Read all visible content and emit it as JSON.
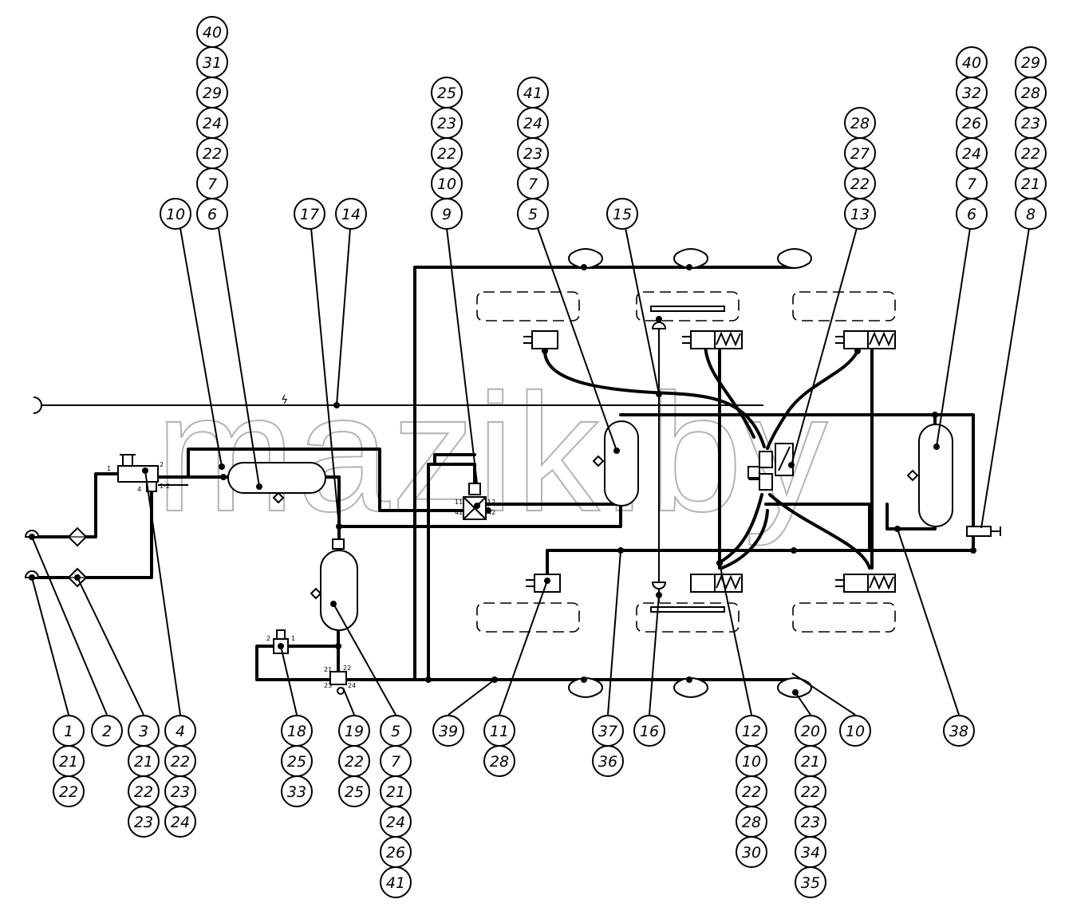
{
  "watermark": "mazik.by",
  "callout_stacks": [
    {
      "id": "s-40a",
      "labels": [
        "40",
        "31",
        "29",
        "24",
        "22",
        "7",
        "6"
      ]
    },
    {
      "id": "s-10a",
      "labels": [
        "10"
      ]
    },
    {
      "id": "s-17",
      "labels": [
        "17"
      ]
    },
    {
      "id": "s-14",
      "labels": [
        "14"
      ]
    },
    {
      "id": "s-25",
      "labels": [
        "25",
        "23",
        "22",
        "10",
        "9"
      ]
    },
    {
      "id": "s-41",
      "labels": [
        "41",
        "24",
        "23",
        "7",
        "5"
      ]
    },
    {
      "id": "s-15",
      "labels": [
        "15"
      ]
    },
    {
      "id": "s-28",
      "labels": [
        "28",
        "27",
        "22",
        "13"
      ]
    },
    {
      "id": "s-40b",
      "labels": [
        "40",
        "32",
        "26",
        "24",
        "7",
        "6"
      ]
    },
    {
      "id": "s-29",
      "labels": [
        "29",
        "28",
        "23",
        "22",
        "21",
        "8"
      ]
    },
    {
      "id": "s-1",
      "labels": [
        "1",
        "21",
        "22"
      ]
    },
    {
      "id": "s-2",
      "labels": [
        "2"
      ]
    },
    {
      "id": "s-3",
      "labels": [
        "3",
        "21",
        "22",
        "23"
      ]
    },
    {
      "id": "s-4",
      "labels": [
        "4",
        "22",
        "23",
        "24"
      ]
    },
    {
      "id": "s-18",
      "labels": [
        "18",
        "25",
        "33"
      ]
    },
    {
      "id": "s-19",
      "labels": [
        "19",
        "22",
        "25"
      ]
    },
    {
      "id": "s-5",
      "labels": [
        "5",
        "7",
        "21",
        "24",
        "26",
        "41"
      ]
    },
    {
      "id": "s-39",
      "labels": [
        "39"
      ]
    },
    {
      "id": "s-11",
      "labels": [
        "11",
        "28"
      ]
    },
    {
      "id": "s-37",
      "labels": [
        "37",
        "36"
      ]
    },
    {
      "id": "s-16",
      "labels": [
        "16"
      ]
    },
    {
      "id": "s-12",
      "labels": [
        "12",
        "10",
        "22",
        "28",
        "30"
      ]
    },
    {
      "id": "s-20",
      "labels": [
        "20",
        "21",
        "22",
        "23",
        "34",
        "35"
      ]
    },
    {
      "id": "s-10b",
      "labels": [
        "10"
      ]
    },
    {
      "id": "s-38",
      "labels": [
        "38"
      ]
    }
  ],
  "port_labels": [
    "1",
    "2",
    "4",
    "1-2",
    "21",
    "22",
    "23",
    "24",
    "11",
    "12",
    "41",
    "42"
  ],
  "symbols": {
    "lightning": "ϟ",
    "pressure_icon": "diamond-icon"
  }
}
